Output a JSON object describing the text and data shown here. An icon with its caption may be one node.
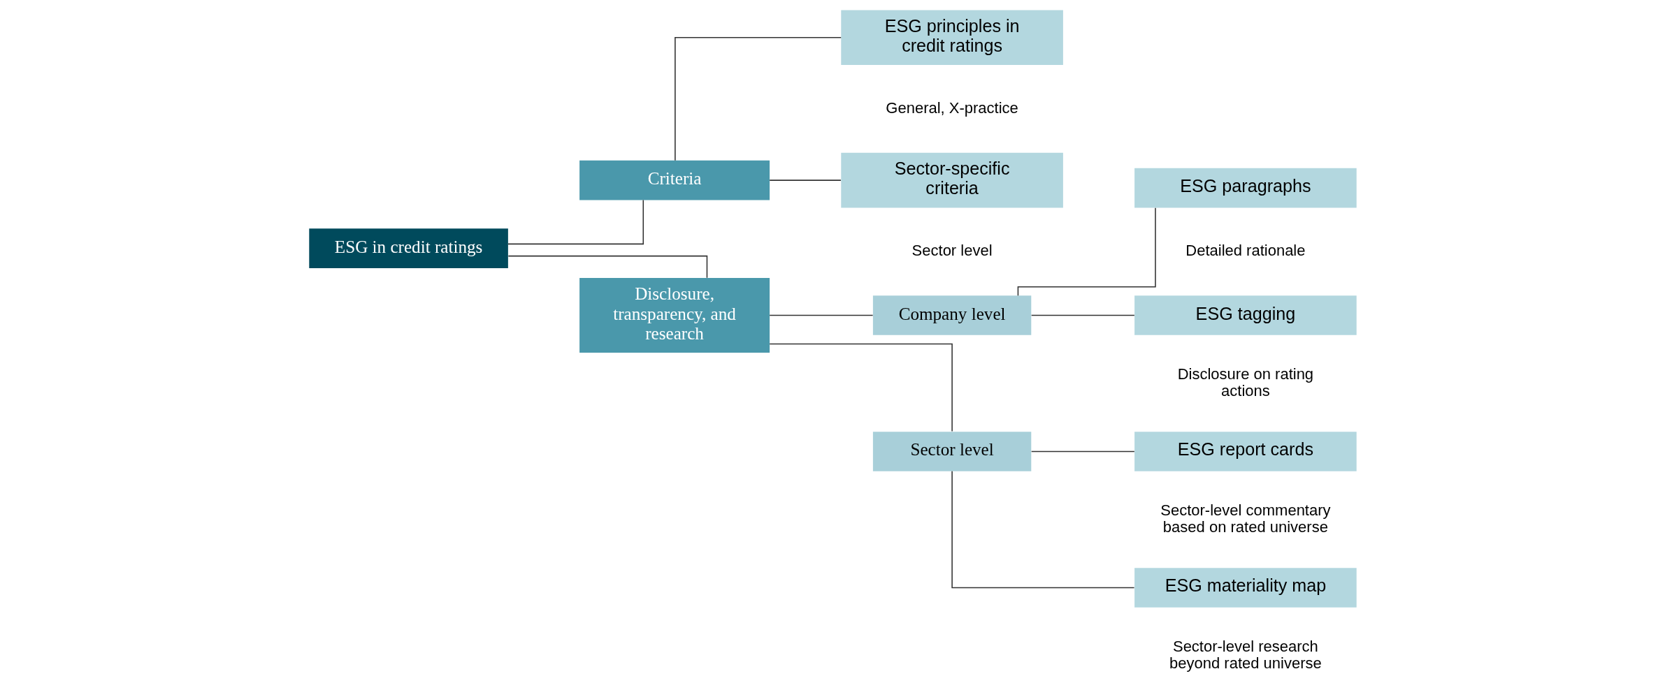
{
  "diagram": {
    "nodes": [
      {
        "text": [
          "ESG in credit ratings"
        ]
      },
      {
        "text": [
          "Criteria"
        ]
      },
      {
        "text": [
          "Disclosure, transparency, and research"
        ]
      },
      {
        "text": [
          "ESG principles in credit ratings"
        ],
        "beside": [
          "General, X-practice"
        ]
      },
      {
        "text": [
          "Sector-specific criteria"
        ],
        "beside": [
          "Sector level"
        ]
      },
      {
        "text": [
          "Company level"
        ]
      },
      {
        "text": [
          "Sector level"
        ]
      },
      {
        "text": [
          "ESG paragraphs"
        ],
        "beside": [
          "Detailed rationale"
        ]
      },
      {
        "text": [
          "ESG tagging"
        ],
        "beside": [
          "Disclosure on rating actions"
        ]
      },
      {
        "text": [
          "ESG report cards"
        ],
        "beside": [
          "Sector-level commentary based on rated universe"
        ]
      },
      {
        "text": [
          "ESG materiality map"
        ],
        "beside": [
          "Sector-level research beyond rated universe"
        ]
      }
    ],
    "edges": [
      {
        "from": 0,
        "to": 1,
        "arrow": "none"
      },
      {
        "from": 0,
        "to": 2,
        "arrow": "none"
      },
      {
        "from": 1,
        "to": 3,
        "arrow": "none"
      },
      {
        "from": 1,
        "to": 4,
        "arrow": "none"
      },
      {
        "from": 2,
        "to": 5,
        "arrow": "none"
      },
      {
        "from": 2,
        "to": 6,
        "arrow": "none"
      },
      {
        "from": 5,
        "to": 7,
        "arrow": "none"
      },
      {
        "from": 5,
        "to": 8,
        "arrow": "none"
      },
      {
        "from": 6,
        "to": 9,
        "arrow": "none"
      },
      {
        "from": 6,
        "to": 10,
        "arrow": "none"
      }
    ]
  }
}
